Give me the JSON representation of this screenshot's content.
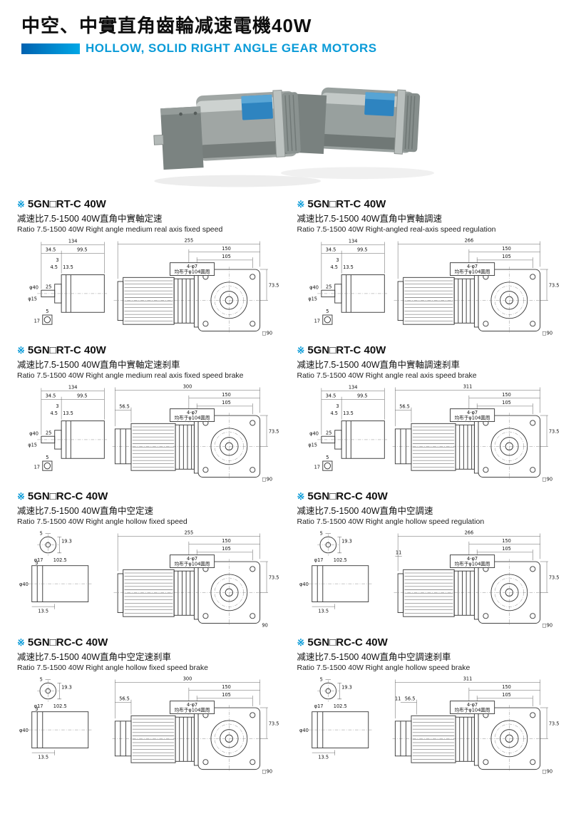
{
  "page": {
    "title_cn": "中空、中實直角齒輪减速電機40W",
    "title_en": "HOLLOW, SOLID RIGHT ANGLE GEAR MOTORS",
    "accent_color": "#0a9bd8"
  },
  "sections": [
    {
      "marker": "※",
      "model": "5GN□RT-C 40W",
      "desc_cn": "减速比7.5-1500  40W直角中實軸定速",
      "desc_en": "Ratio 7.5-1500  40W Right angle medium real axis fixed speed",
      "dims": {
        "side_total": "134",
        "side_a": "34.5",
        "side_b": "99.5",
        "side_c": "3",
        "side_d": "4.5",
        "side_e": "13.5",
        "shaft_dia": "φ40",
        "shaft_len": "25",
        "tip_dia": "φ15",
        "key_w": "5",
        "key_h": "17",
        "total": "255",
        "flange": "150",
        "flange_in": "105",
        "holes": "4-φ7",
        "holes_note": "均布于φ104圓周",
        "center_h": "73.5",
        "square": "□90"
      }
    },
    {
      "marker": "※",
      "model": "5GN□RT-C 40W",
      "desc_cn": "减速比7.5-1500  40W直角中實軸調速",
      "desc_en": "Ratio 7.5-1500  40W Right-angled real-axis speed regulation",
      "dims": {
        "side_total": "134",
        "side_a": "34.5",
        "side_b": "99.5",
        "side_c": "3",
        "side_d": "4.5",
        "side_e": "13.5",
        "shaft_dia": "φ40",
        "shaft_len": "25",
        "tip_dia": "φ15",
        "key_w": "5",
        "key_h": "17",
        "total": "266",
        "flange": "150",
        "flange_in": "105",
        "holes": "4-φ7",
        "holes_note": "均布于φ104圓周",
        "center_h": "73.5",
        "square": "□90"
      }
    },
    {
      "marker": "※",
      "model": "5GN□RT-C 40W",
      "desc_cn": "减速比7.5-1500  40W直角中實軸定速刹車",
      "desc_en": "Ratio 7.5-1500  40W Right angle medium real axis fixed speed brake",
      "dims": {
        "side_total": "134",
        "side_a": "34.5",
        "side_b": "99.5",
        "side_c": "3",
        "side_d": "4.5",
        "side_e": "13.5",
        "shaft_dia": "φ40",
        "shaft_len": "25",
        "tip_dia": "φ15",
        "key_w": "5",
        "key_h": "17",
        "brake": "56.5",
        "total": "300",
        "flange": "150",
        "flange_in": "105",
        "holes": "4-φ7",
        "holes_note": "均布于φ104圓周",
        "center_h": "73.5",
        "square": "□90"
      }
    },
    {
      "marker": "※",
      "model": "5GN□RT-C 40W",
      "desc_cn": "减速比7.5-1500  40W直角中實軸調速刹車",
      "desc_en": "Ratio 7.5-1500  40W Right angle real axis speed brake",
      "dims": {
        "side_total": "134",
        "side_a": "34.5",
        "side_b": "99.5",
        "side_c": "3",
        "side_d": "4.5",
        "side_e": "13.5",
        "shaft_dia": "φ40",
        "shaft_len": "25",
        "tip_dia": "φ15",
        "key_w": "5",
        "key_h": "17",
        "brake": "56.5",
        "total": "311",
        "flange": "150",
        "flange_in": "105",
        "holes": "4-φ7",
        "holes_note": "均布于φ104圓周",
        "center_h": "73.5",
        "square": "□90"
      }
    },
    {
      "marker": "※",
      "model": "5GN□RC-C 40W",
      "desc_cn": "减速比7.5-1500  40W直角中空定速",
      "desc_en": "Ratio 7.5-1500  40W Right angle hollow fixed speed",
      "dims": {
        "key_w": "5",
        "hub_h": "19.3",
        "hub_dia": "φ17",
        "side_len": "102.5",
        "off": "3",
        "shaft_dia": "φ40",
        "base": "13.5",
        "total": "255",
        "flange": "150",
        "flange_in": "105",
        "holes": "4-φ7",
        "holes_note": "均布于φ104圓周",
        "center_h": "73.5",
        "square": "90"
      }
    },
    {
      "marker": "※",
      "model": "5GN□RC-C 40W",
      "desc_cn": "减速比7.5-1500  40W直角中空調速",
      "desc_en": "Ratio 7.5-1500  40W  Right angle hollow speed regulation",
      "dims": {
        "key_w": "5",
        "hub_h": "19.3",
        "hub_dia": "φ17",
        "side_len": "102.5",
        "off": "11",
        "shaft_dia": "φ40",
        "base": "13.5",
        "total": "266",
        "flange": "150",
        "flange_in": "105",
        "holes": "4-φ7",
        "holes_note": "均布于φ104圓周",
        "center_h": "73.5",
        "square": "□90"
      }
    },
    {
      "marker": "※",
      "model": "5GN□RC-C 40W",
      "desc_cn": "减速比7.5-1500  40W直角中空定速刹車",
      "desc_en": "Ratio 7.5-1500  40W Right angle hollow fixed speed brake",
      "dims": {
        "key_w": "5",
        "hub_h": "19.3",
        "hub_dia": "φ17",
        "side_len": "102.5",
        "off": "3",
        "brake": "56.5",
        "shaft_dia": "φ40",
        "base": "13.5",
        "total": "300",
        "flange": "150",
        "flange_in": "105",
        "holes": "4-φ7",
        "holes_note": "均布于φ104圓周",
        "center_h": "73.5",
        "square": "□90"
      }
    },
    {
      "marker": "※",
      "model": "5GN□RC-C 40W",
      "desc_cn": "减速比7.5-1500  40W直角中空調速刹車",
      "desc_en": "Ratio 7.5-1500  40W Right angle hollow speed brake",
      "dims": {
        "key_w": "5",
        "hub_h": "19.3",
        "hub_dia": "φ17",
        "side_len": "102.5",
        "off": "11",
        "brake": "56.5",
        "shaft_dia": "φ40",
        "base": "13.5",
        "total": "311",
        "flange": "150",
        "flange_in": "105",
        "holes": "4-φ7",
        "holes_note": "均布于φ104圓周",
        "center_h": "73.5",
        "square": "□90"
      }
    }
  ]
}
